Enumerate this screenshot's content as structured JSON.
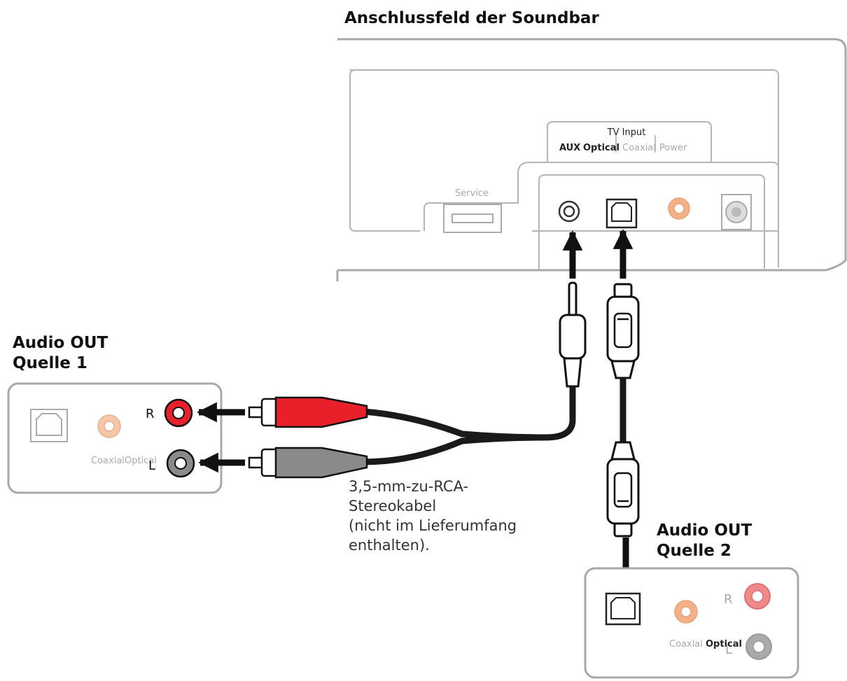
{
  "soundbar": {
    "title": "Anschlussfeld der Soundbar",
    "service_label": "Service",
    "tv_input_label": "TV Input",
    "aux_label": "AUX",
    "optical_label": "Optical",
    "coaxial_label": "Coaxial",
    "power_label": "Power"
  },
  "source1": {
    "title_line1": "Audio OUT",
    "title_line2": "Quelle 1",
    "coaxial_label": "Coaxial",
    "optical_label": "Optical",
    "r_label": "R",
    "l_label": "L"
  },
  "source2": {
    "title_line1": "Audio OUT",
    "title_line2": "Quelle 2",
    "coaxial_label": "Coaxial",
    "optical_label": "Optical",
    "r_label": "R",
    "l_label": "L"
  },
  "cable_caption": {
    "line1": "3,5-mm-zu-RCA-",
    "line2": "Stereokabel",
    "line3": "(nicht im Lieferumfang",
    "line4": "enthalten)."
  },
  "colors": {
    "rca_red": "#e8202a",
    "rca_grey": "#8a8a8a",
    "coaxial_orange": "#f4b189",
    "outline": "#9a9a9a",
    "cable": "#1a1a1a"
  },
  "icons": [
    "aux-jack-icon",
    "optical-port-icon",
    "coaxial-port-icon",
    "power-port-icon",
    "usb-service-port-icon",
    "arrow-icon"
  ]
}
